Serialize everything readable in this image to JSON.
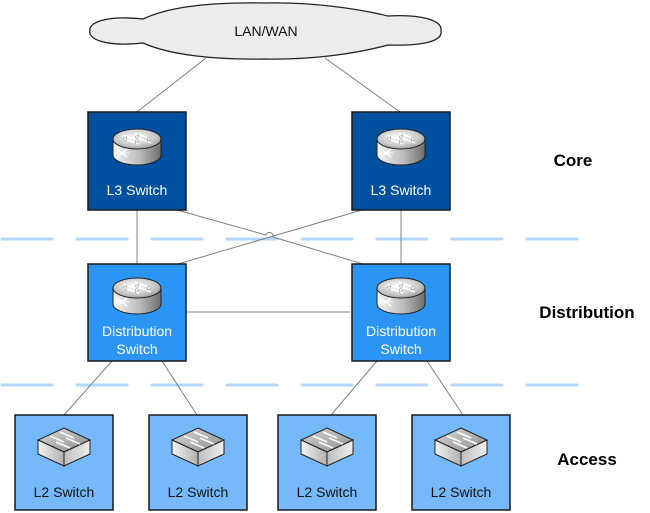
{
  "diagram": {
    "cloud": {
      "label": "LAN/WAN",
      "fill": "#ececec"
    },
    "layers": [
      {
        "id": "core",
        "label": "Core"
      },
      {
        "id": "distribution",
        "label": "Distribution"
      },
      {
        "id": "access",
        "label": "Access"
      }
    ],
    "nodes": {
      "core": [
        {
          "label": "L3 Switch",
          "icon": "router-icon"
        },
        {
          "label": "L3 Switch",
          "icon": "router-icon"
        }
      ],
      "distribution": [
        {
          "label_line1": "Distribution",
          "label_line2": "Switch",
          "icon": "router-icon"
        },
        {
          "label_line1": "Distribution",
          "label_line2": "Switch",
          "icon": "router-icon"
        }
      ],
      "access": [
        {
          "label": "L2 Switch",
          "icon": "switch-icon"
        },
        {
          "label": "L2 Switch",
          "icon": "switch-icon"
        },
        {
          "label": "L2 Switch",
          "icon": "switch-icon"
        },
        {
          "label": "L2 Switch",
          "icon": "switch-icon"
        }
      ]
    },
    "colors": {
      "core": "#0050a0",
      "distribution": "#2b95f5",
      "access": "#75b9fa",
      "divider": "#b3d8fb",
      "link": "#808080"
    }
  }
}
